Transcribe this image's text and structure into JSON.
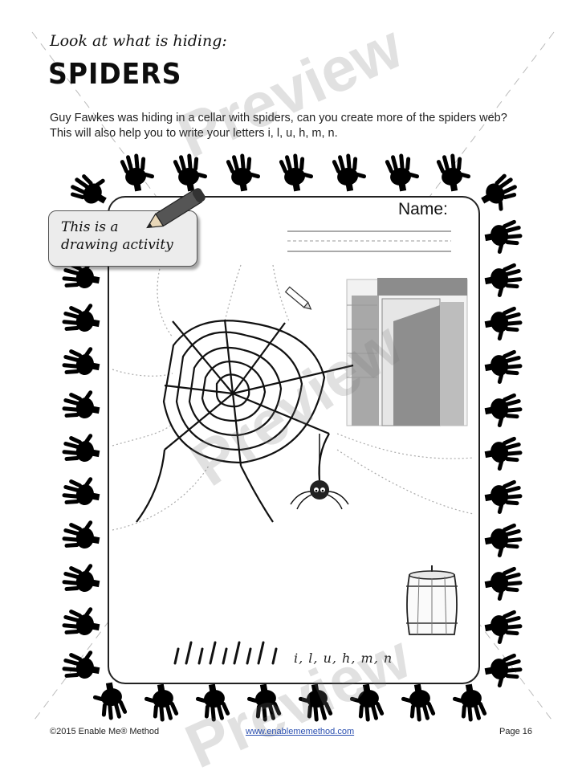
{
  "header": {
    "subtitle": "Look at what is hiding:",
    "title": "SPIDERS"
  },
  "instructions": "Guy Fawkes was hiding in a cellar with spiders, can you create more of the spiders web? This will also help you to write your letters i, l, u, h, m, n.",
  "badge": {
    "line1": "This is a",
    "line2": "drawing activity"
  },
  "name_field": {
    "label": "Name:"
  },
  "practice": {
    "letters": "i, l, u, h, m, n"
  },
  "watermark": {
    "text": "Preview"
  },
  "footer": {
    "copyright": "©2015 Enable Me® Method",
    "website": "www.enablememethod.com",
    "page": "Page 16"
  },
  "icons": [
    "hand-print-icon",
    "pencil-icon",
    "spider-web-icon",
    "spider-icon",
    "barrel-icon",
    "door-icon"
  ]
}
